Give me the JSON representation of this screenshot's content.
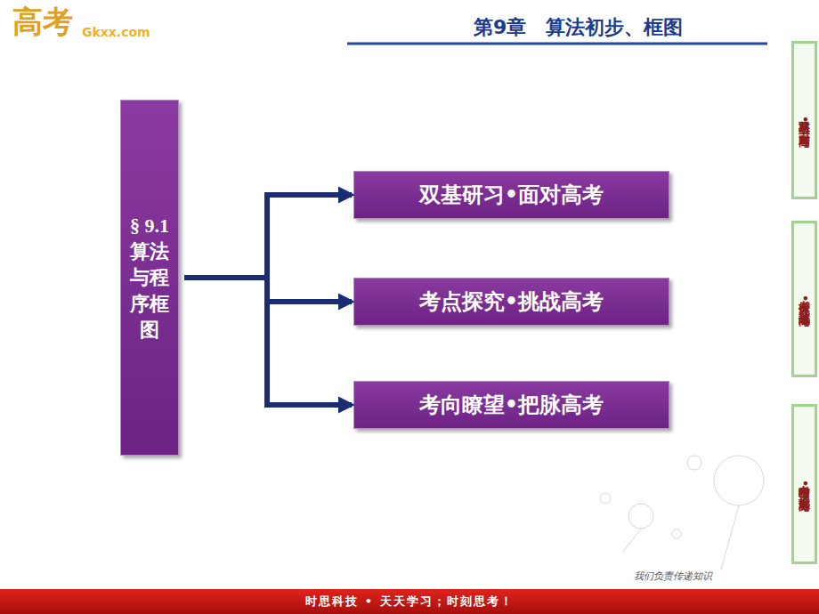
{
  "diagram": {
    "title": "第9章　算法初步、框图",
    "nodes": [
      {
        "text": [
          "§ 9.1 算法与程序框图"
        ]
      },
      {
        "text": [
          "双基研习•面对高考"
        ]
      },
      {
        "text": [
          "考点探究•挑战高考"
        ]
      },
      {
        "text": [
          "考向瞭望•把脉高考"
        ]
      },
      {
        "text": [
          "双基研习•面对高考"
        ]
      },
      {
        "text": [
          "考点探究•挑战高考"
        ]
      },
      {
        "text": [
          "考向瞭望•把脉高考"
        ]
      },
      {
        "text": [
          "时思科技 • 天天学习；时刻思考！"
        ]
      }
    ],
    "edges": [
      {
        "from": 0,
        "to": 1,
        "arrow": "to"
      },
      {
        "from": 0,
        "to": 2,
        "arrow": "to"
      },
      {
        "from": 0,
        "to": 3,
        "arrow": "to"
      }
    ],
    "labels": [
      "高考",
      "Gkxx.com",
      "我们负责传递知识"
    ]
  }
}
